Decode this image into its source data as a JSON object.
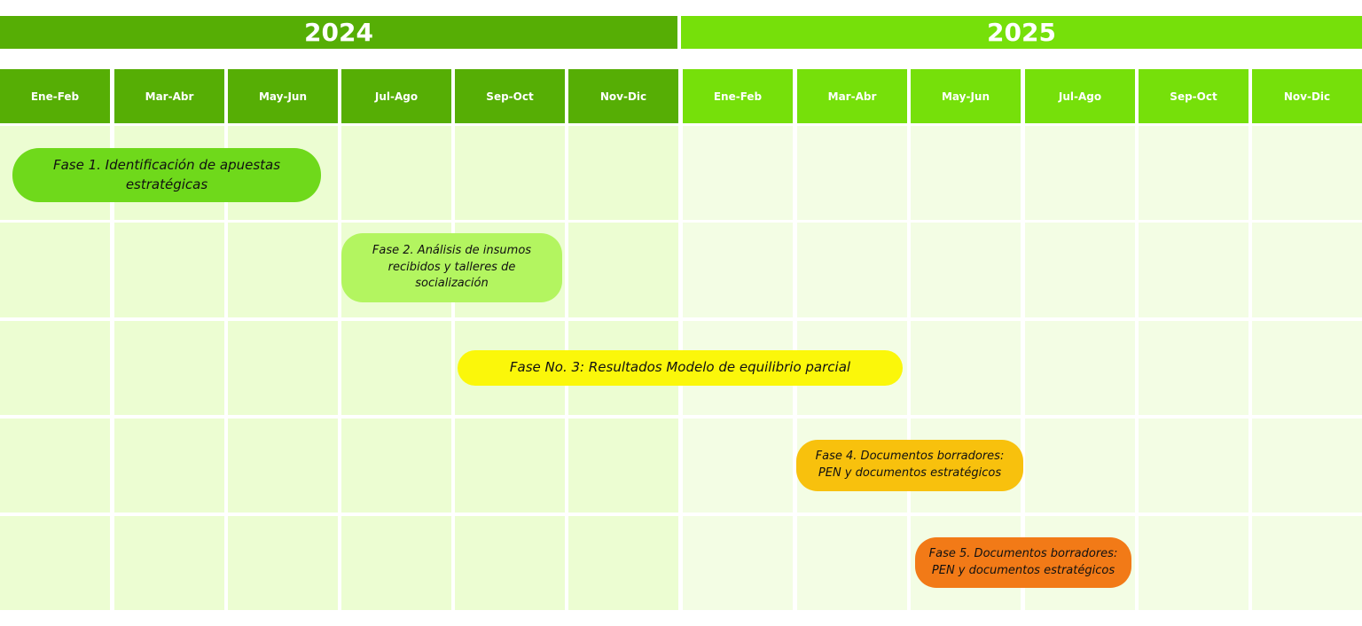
{
  "years": [
    {
      "label": "2024",
      "color": "#56ae05"
    },
    {
      "label": "2025",
      "color": "#76e00a"
    }
  ],
  "periods": [
    "Ene-Feb",
    "Mar-Abr",
    "May-Jun",
    "Jul-Ago",
    "Sep-Oct",
    "Nov-Dic",
    "Ene-Feb",
    "Mar-Abr",
    "May-Jun",
    "Jul-Ago",
    "Sep-Oct",
    "Nov-Dic"
  ],
  "phases": [
    {
      "label": "Fase 1. Identificación de apuestas estratégicas",
      "color": "#6fd91b"
    },
    {
      "label": "Fase 2. Análisis de insumos recibidos y talleres de socialización",
      "color": "#b3f560"
    },
    {
      "label": "Fase No. 3: Resultados Modelo de equilibrio parcial",
      "color": "#fbf70a"
    },
    {
      "label": "Fase 4. Documentos borradores: PEN y documentos estratégicos",
      "color": "#f8c10d"
    },
    {
      "label": "Fase 5. Documentos borradores: PEN y documentos estratégicos",
      "color": "#f27a17"
    }
  ]
}
